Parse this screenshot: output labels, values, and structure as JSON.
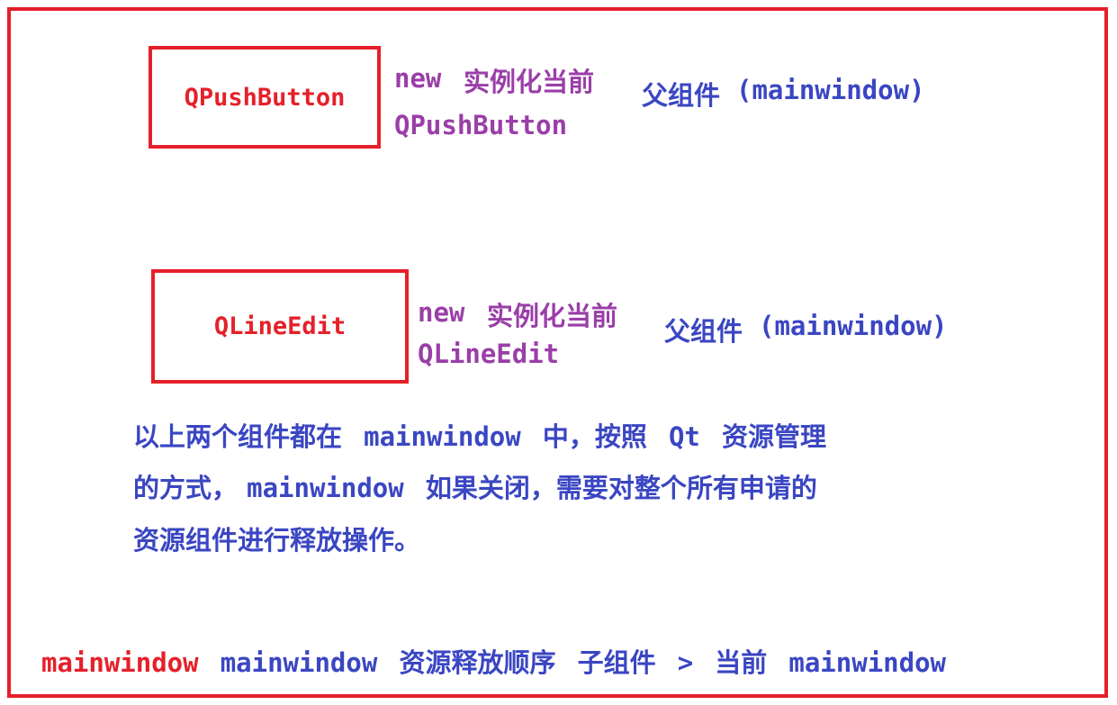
{
  "nodes": [
    {
      "box_label": "QPushButton",
      "new_keyword": "new",
      "instantiate_label": "实例化当前",
      "class_name": "QPushButton",
      "parent_label": "父组件",
      "parent_value": "(mainwindow)"
    },
    {
      "box_label": "QLineEdit",
      "new_keyword": "new",
      "instantiate_label": "实例化当前",
      "class_name": "QLineEdit",
      "parent_label": "父组件",
      "parent_value": "(mainwindow)"
    }
  ],
  "explanation": {
    "line1": {
      "p1": "以上两个组件都在",
      "code1": "mainwindow",
      "p2": "中，按照",
      "code2": "Qt",
      "p3": "资源管理"
    },
    "line2": {
      "p1": "的方式，",
      "code1": "mainwindow",
      "p2": "如果关闭，需要对整个所有申请的"
    },
    "line3": {
      "p1": "资源组件进行释放操作。"
    }
  },
  "footer": {
    "highlight": "mainwindow",
    "code1": "mainwindow",
    "order_label": "资源释放顺序",
    "child_label": "子组件",
    "arrow": ">",
    "current_label": "当前",
    "code2": "mainwindow"
  },
  "colors": {
    "border_red": "#e5202a",
    "purple": "#9a3ea8",
    "blue": "#3a46c2"
  }
}
